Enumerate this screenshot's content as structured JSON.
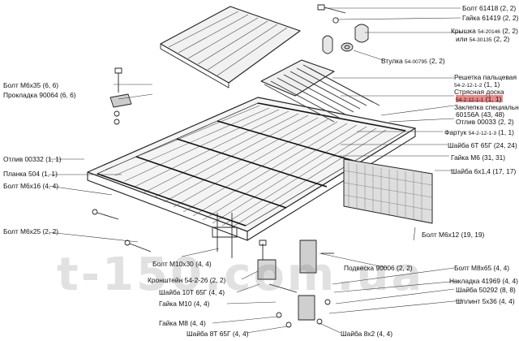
{
  "watermark": "t-150.com.ua",
  "labels": [
    {
      "name": "Болт 61418",
      "code": "",
      "qty": "(2, 2)"
    },
    {
      "name": "Гайка 61419",
      "code": "",
      "qty": "(2, 2)"
    },
    {
      "name": "Крышка",
      "code": "54-20146",
      "qty": "(2, 2)"
    },
    {
      "name": "или",
      "code": "54-30135",
      "qty": "(2, 2)"
    },
    {
      "name": "Втулка",
      "code": "54-00795",
      "qty": "(2, 2)"
    },
    {
      "name": "Решетка пальцевая",
      "code": "",
      "qty": ""
    },
    {
      "name": "",
      "code": "54-2-12-1-2",
      "qty": "(1, 1)"
    },
    {
      "name": "Стрясная доска",
      "code": "",
      "qty": ""
    },
    {
      "name": "",
      "code": "54-2-12-1-1",
      "qty": "(1, 1)"
    },
    {
      "name": "Заклепка специальная",
      "code": "",
      "qty": ""
    },
    {
      "name": "60156А",
      "code": "",
      "qty": "(43, 48)"
    },
    {
      "name": "Отлив 00033",
      "code": "",
      "qty": "(2, 2)"
    },
    {
      "name": "Фартук",
      "code": "54-2-12-1-3",
      "qty": "(1, 1)"
    },
    {
      "name": "Шайба 6Т 65Г",
      "code": "",
      "qty": "(24, 24)"
    },
    {
      "name": "Гайка М6",
      "code": "",
      "qty": "(31, 31)"
    },
    {
      "name": "Шайба 6х1,4",
      "code": "",
      "qty": "(17, 17)"
    },
    {
      "name": "Болт М6х12",
      "code": "",
      "qty": "(19, 19)"
    },
    {
      "name": "Болт М6х35",
      "code": "",
      "qty": "(6, 6)"
    },
    {
      "name": "Прокладка 90064",
      "code": "",
      "qty": "(6, 6)"
    },
    {
      "name": "Отлив 00332",
      "code": "",
      "qty": "(1, 1)"
    },
    {
      "name": "Планка 504",
      "code": "",
      "qty": "(1, 1)"
    },
    {
      "name": "Болт М6х16",
      "code": "",
      "qty": "(4, 4)"
    },
    {
      "name": "Болт М6х25",
      "code": "",
      "qty": "(2, 2)"
    },
    {
      "name": "Болт М10х30",
      "code": "",
      "qty": "(4, 4)"
    },
    {
      "name": "Кронштейн 54-2-26",
      "code": "",
      "qty": "(2, 2)"
    },
    {
      "name": "Шайба 10Т 65Г",
      "code": "",
      "qty": "(4, 4)"
    },
    {
      "name": "Гайка М10",
      "code": "",
      "qty": "(4, 4)"
    },
    {
      "name": "Гайка М8",
      "code": "",
      "qty": "(4, 4)"
    },
    {
      "name": "Шайба 8Т 65Г",
      "code": "",
      "qty": "(4, 4)"
    },
    {
      "name": "Шайба 8х2",
      "code": "",
      "qty": "(4, 4)"
    },
    {
      "name": "Подвеска 90006",
      "code": "",
      "qty": "(2, 2)"
    },
    {
      "name": "Болт М8х65",
      "code": "",
      "qty": "(4, 4)"
    },
    {
      "name": "Накладка 41969",
      "code": "",
      "qty": "(4, 4)"
    },
    {
      "name": "Шайба 50292",
      "code": "",
      "qty": "(8, 8)"
    },
    {
      "name": "Шплинт 5х36",
      "code": "",
      "qty": "(4, 4)"
    }
  ]
}
